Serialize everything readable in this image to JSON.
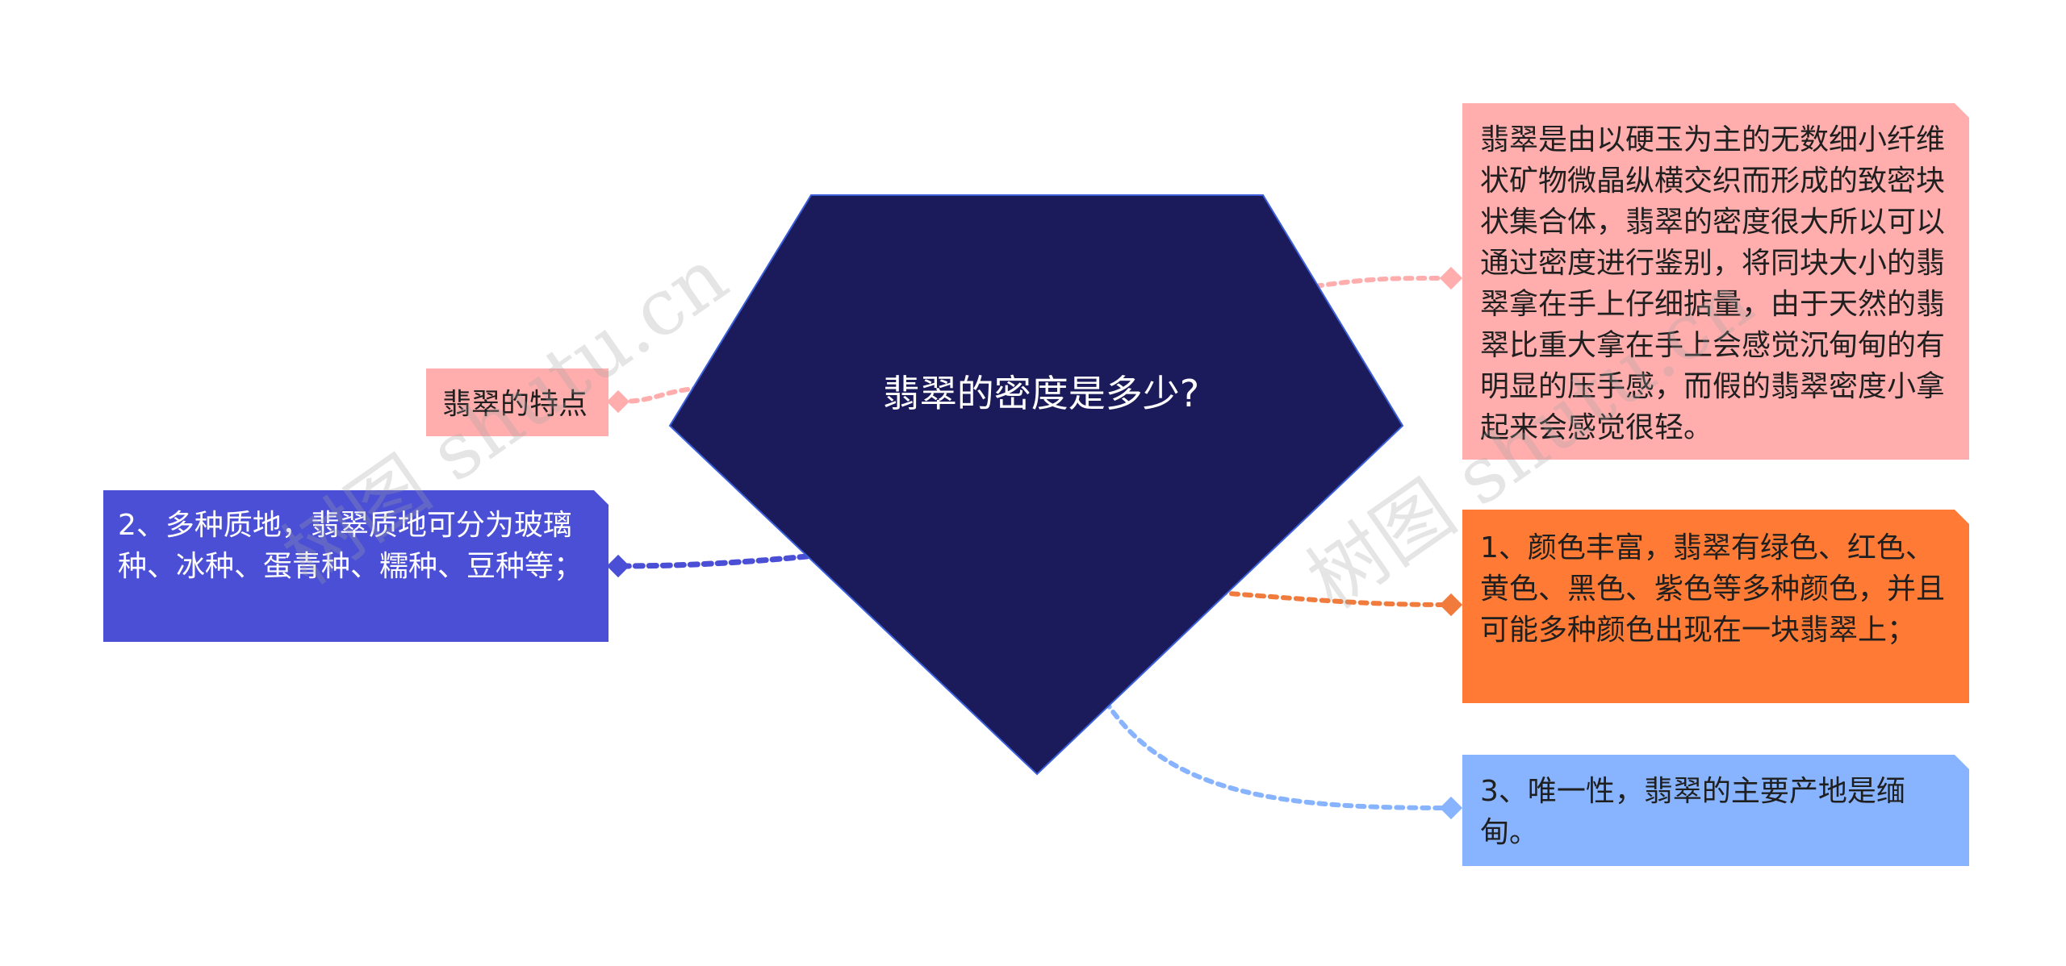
{
  "central": {
    "title": "翡翠的密度是多少?",
    "fill": "#1b1a5a",
    "stroke": "#3b5fd9"
  },
  "left_label": {
    "text": "翡翠的特点",
    "fill": "#ffadad",
    "line_color": "#ffadad"
  },
  "left_box": {
    "text": "2、多种质地，翡翠质地可分为玻璃种、冰种、蛋青种、糯种、豆种等；",
    "fill": "#4a4fd6",
    "line_color": "#4a4fd6"
  },
  "right_top": {
    "text": "翡翠是由以硬玉为主的无数细小纤维状矿物微晶纵横交织而形成的致密块状集合体，翡翠的密度很大所以可以通过密度进行鉴别，将同块大小的翡翠拿在手上仔细掂量，由于天然的翡翠比重大拿在手上会感觉沉甸甸的有明显的压手感，而假的翡翠密度小拿起来会感觉很轻。",
    "fill": "#ffadad",
    "line_color": "#ffadad"
  },
  "right_mid": {
    "text": "1、颜色丰富，翡翠有绿色、红色、黄色、黑色、紫色等多种颜色，并且可能多种颜色出现在一块翡翠上；",
    "fill": "#ff7b35",
    "line_color": "#f07b3c"
  },
  "right_bottom": {
    "text": "3、唯一性，翡翠的主要产地是缅甸。",
    "fill": "#88b4ff",
    "line_color": "#88b4ff"
  },
  "watermarks": [
    "树图 shutu.cn",
    "树图 shutu.cn"
  ]
}
